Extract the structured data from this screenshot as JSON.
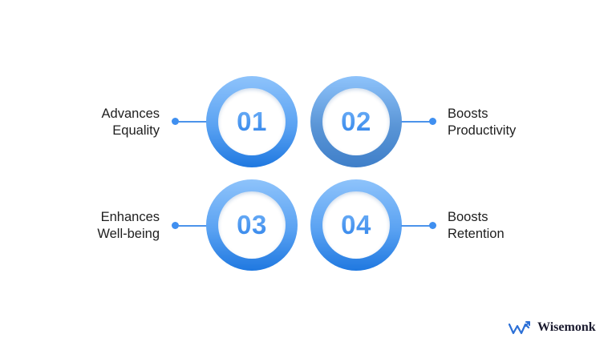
{
  "items": [
    {
      "number": "01",
      "label_line1": "Advances",
      "label_line2": "Equality"
    },
    {
      "number": "02",
      "label_line1": "Boosts",
      "label_line2": "Productivity"
    },
    {
      "number": "03",
      "label_line1": "Enhances",
      "label_line2": "Well-being"
    },
    {
      "number": "04",
      "label_line1": "Boosts",
      "label_line2": "Retention"
    }
  ],
  "brand": {
    "name": "Wisemonk"
  },
  "colors": {
    "accent": "#3f8ff0",
    "ring_dark": "#1f78e0",
    "ring_light": "#8ec3fb",
    "text": "#1e1e1e"
  }
}
